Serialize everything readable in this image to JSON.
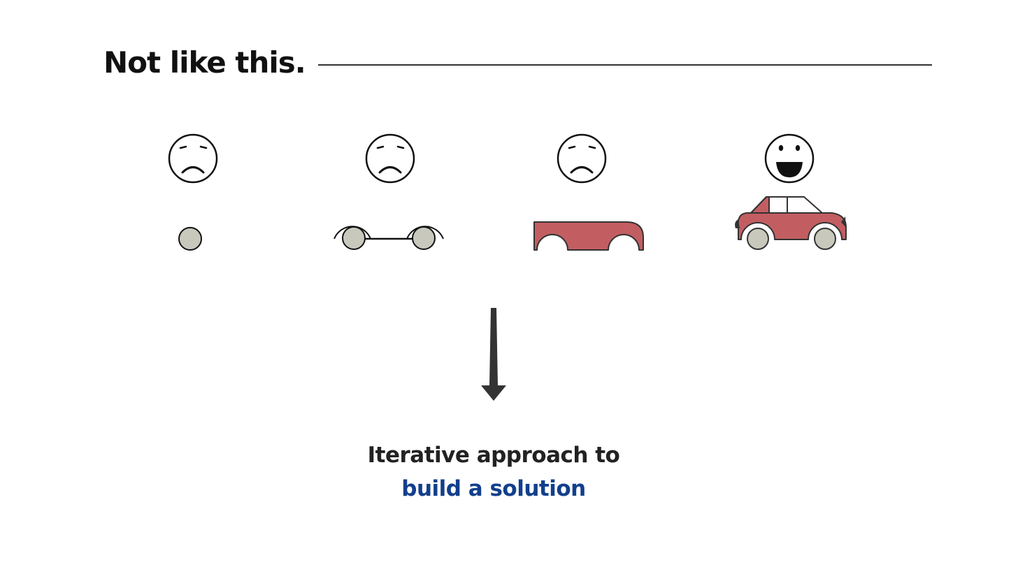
{
  "header": {
    "title": "Not like this."
  },
  "stages": [
    {
      "mood": "sad",
      "build": "wheel"
    },
    {
      "mood": "sad",
      "build": "chassis-with-wheels"
    },
    {
      "mood": "sad",
      "build": "car-body-shell"
    },
    {
      "mood": "happy",
      "build": "complete-car"
    }
  ],
  "caption": {
    "line1": "Iterative approach to",
    "line2": "build a solution"
  },
  "colors": {
    "title": "#111111",
    "caption_dark": "#222222",
    "caption_accent": "#123f8c",
    "car_body": "#c25e62",
    "wheel": "#c8c8bc",
    "arrow": "#333333"
  },
  "icons": [
    "sad-face-icon",
    "happy-face-icon",
    "wheel-icon",
    "chassis-icon",
    "car-body-icon",
    "car-icon",
    "down-arrow-icon"
  ]
}
